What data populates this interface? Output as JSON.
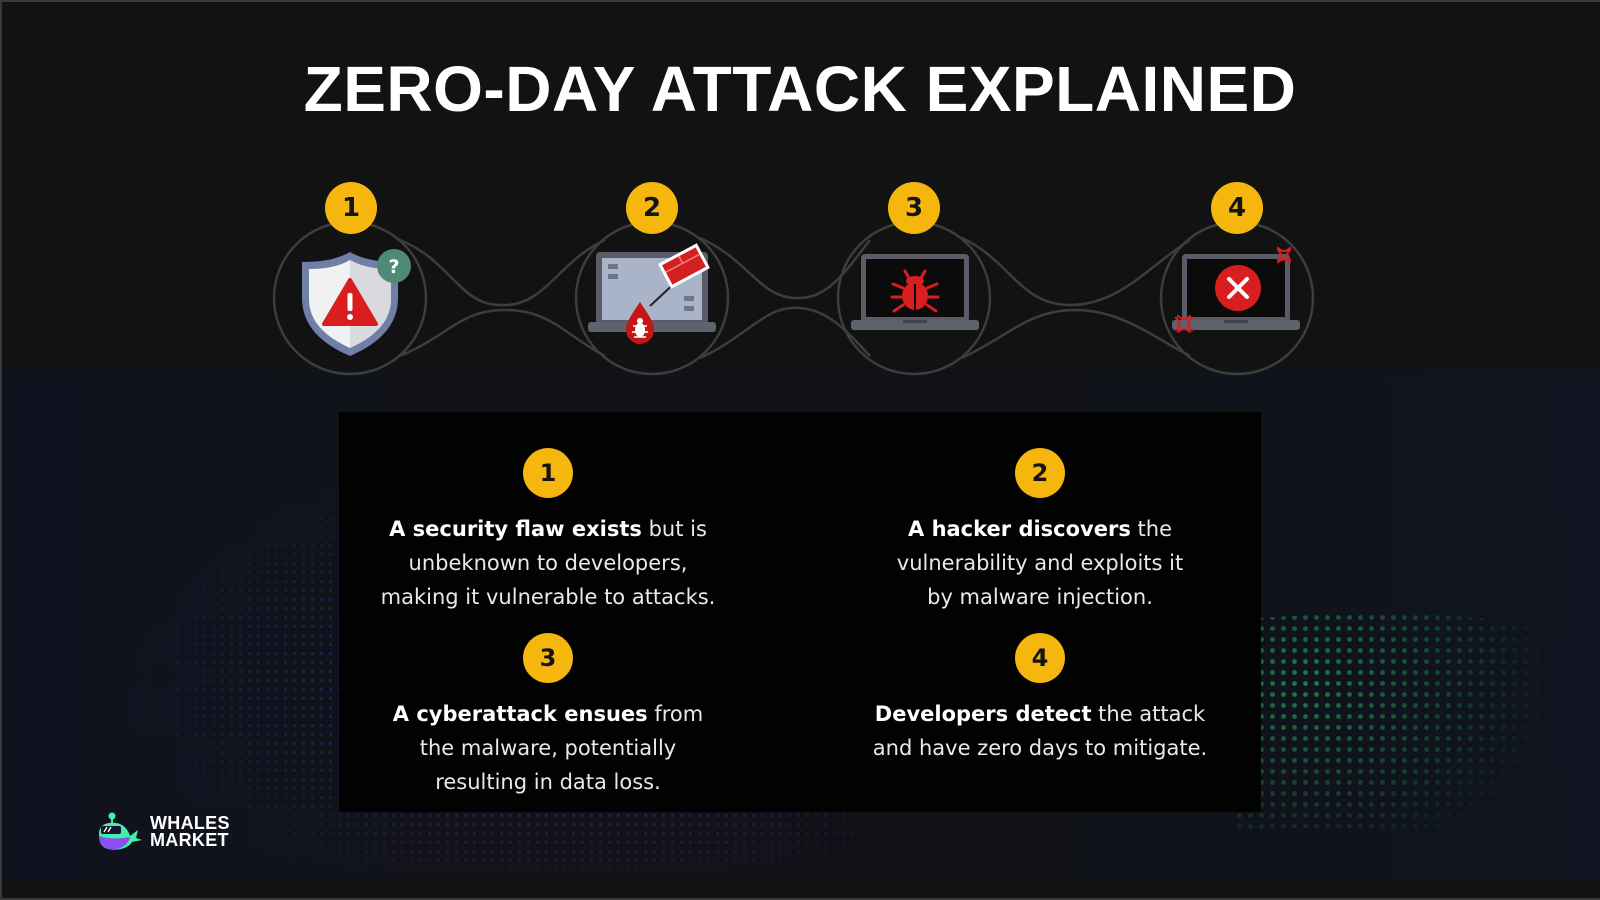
{
  "title": "ZERO-DAY ATTACK EXPLAINED",
  "colors": {
    "background": "#121212",
    "badge": "#f5b70d",
    "badge_text": "#141414",
    "danger_red": "#d81e1e",
    "panel": "#020202",
    "dots_left": "#3a37b0",
    "dots_right": "#1f8a4c"
  },
  "diagram": {
    "steps": [
      {
        "number": "1",
        "icon": "shield-warning-question-icon"
      },
      {
        "number": "2",
        "icon": "laptop-malware-injection-icon"
      },
      {
        "number": "3",
        "icon": "laptop-bug-icon"
      },
      {
        "number": "4",
        "icon": "laptop-error-icon"
      }
    ]
  },
  "cards": [
    {
      "number": "1",
      "bold": "A security flaw exists",
      "line1_rest": " but is",
      "line2": "unbeknown to developers,",
      "line3": "making it vulnerable to attacks."
    },
    {
      "number": "2",
      "bold": "A hacker discovers",
      "line1_rest": " the",
      "line2": "vulnerability and exploits it",
      "line3": "by malware injection."
    },
    {
      "number": "3",
      "bold": "A cyberattack ensues",
      "line1_rest": " from",
      "line2": "the malware, potentially",
      "line3": "resulting in data loss."
    },
    {
      "number": "4",
      "bold": "Developers detect",
      "line1_rest": " the attack",
      "line2": "and have zero days to mitigate.",
      "line3": ""
    }
  ],
  "logo": {
    "line1": "WHALES",
    "line2": "MARKET",
    "icon": "whale-logo-icon"
  }
}
